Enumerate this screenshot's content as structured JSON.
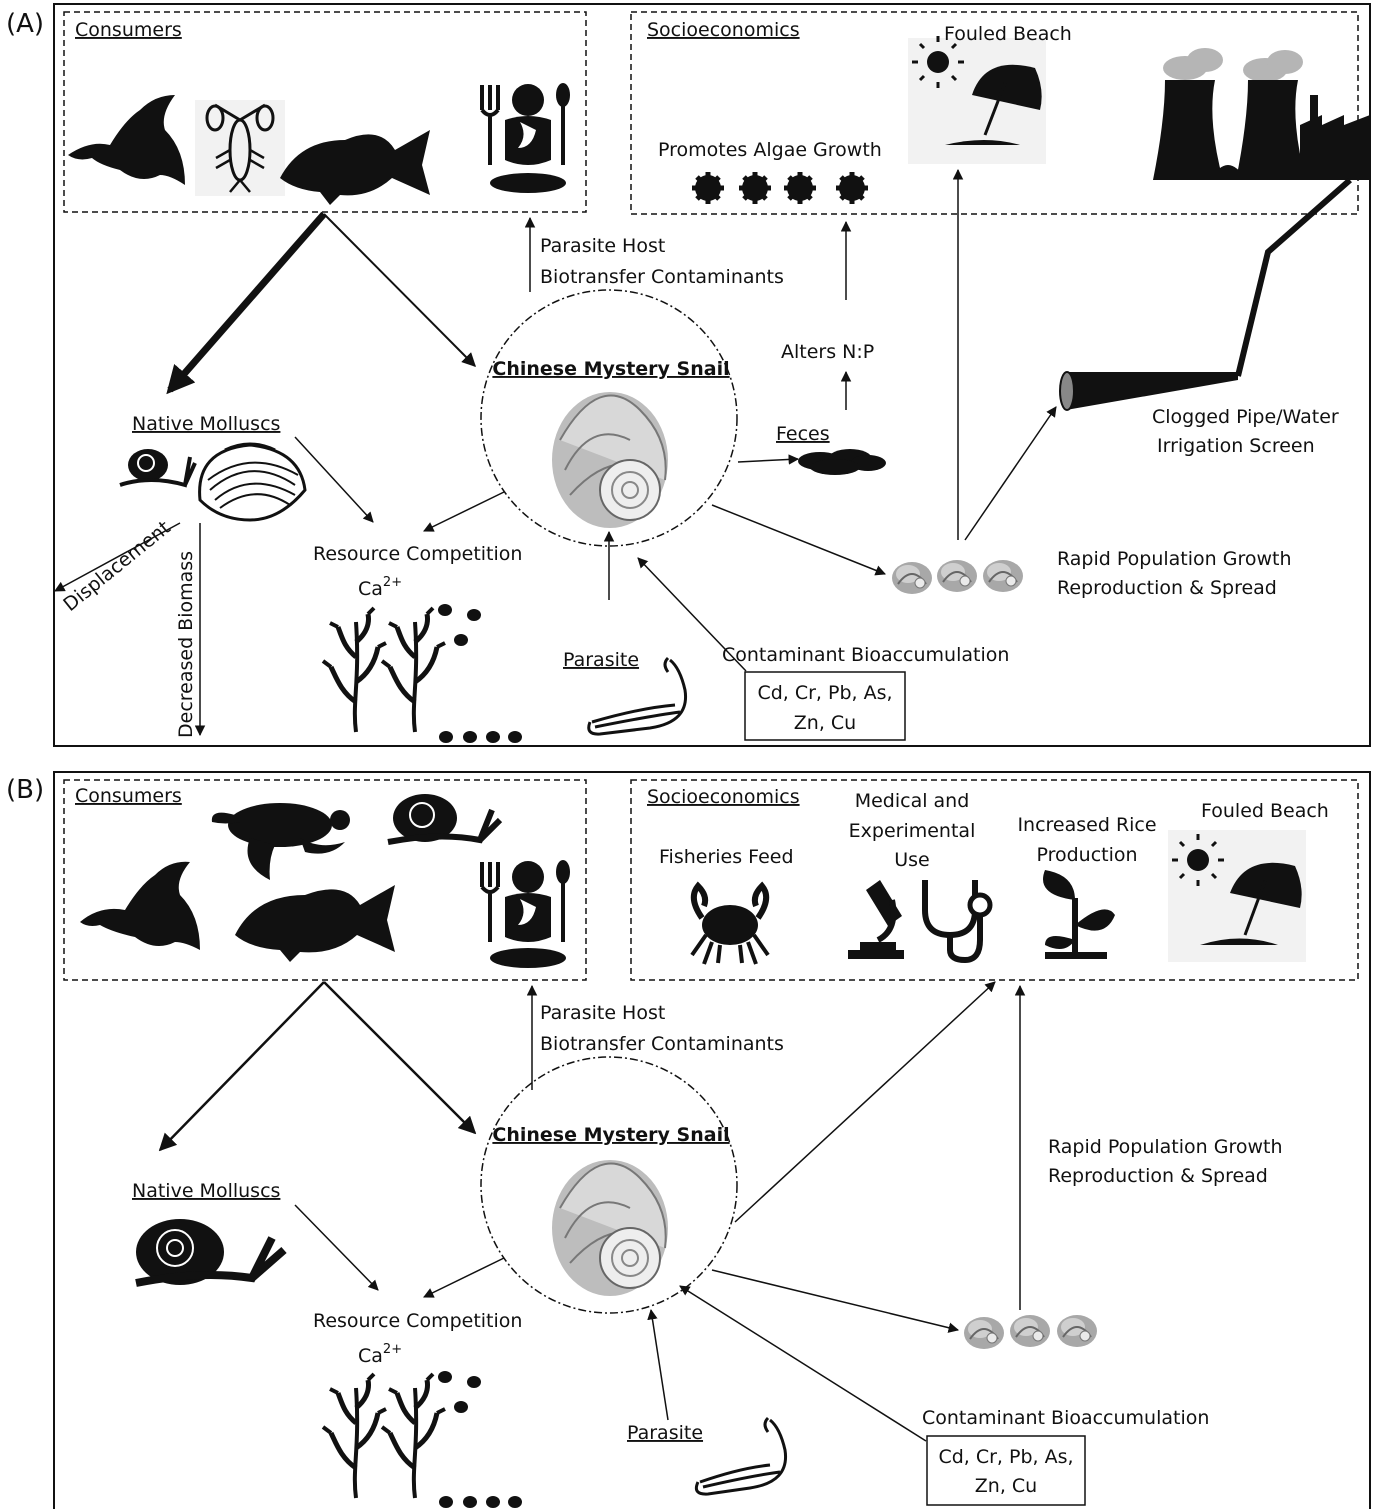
{
  "panel_a": {
    "tag": "(A)",
    "consumers_title": "Consumers",
    "socio_title": "Socioeconomics",
    "fouled_beach": "Fouled Beach",
    "algae": "Promotes Algae Growth",
    "parasite_host": "Parasite Host",
    "biotransfer": "Biotransfer Contaminants",
    "alters_np": "Alters N:P",
    "snail_title": "Chinese Mystery Snail",
    "feces": "Feces",
    "native_molluscs": "Native Molluscs",
    "clogged_1": "Clogged Pipe/Water",
    "clogged_2": "Irrigation Screen",
    "resource_competition": "Resource Competition",
    "calcium": "Ca",
    "calcium_charge": "2+",
    "displacement": "Displacement",
    "decreased_biomass": "Decreased Biomass",
    "rapid_1": "Rapid Population Growth",
    "rapid_2": "Reproduction & Spread",
    "parasite": "Parasite",
    "contaminant": "Contaminant Bioaccumulation",
    "metals_1": "Cd, Cr, Pb, As,",
    "metals_2": "Zn, Cu"
  },
  "panel_b": {
    "tag": "(B)",
    "consumers_title": "Consumers",
    "socio_title": "Socioeconomics",
    "medical_1": "Medical and",
    "medical_2": "Experimental",
    "medical_3": "Use",
    "rice_1": "Increased Rice",
    "rice_2": "Production",
    "fouled_beach": "Fouled Beach",
    "fisheries": "Fisheries Feed",
    "parasite_host": "Parasite Host",
    "biotransfer": "Biotransfer Contaminants",
    "rapid_1": "Rapid Population Growth",
    "rapid_2": "Reproduction & Spread",
    "snail_title": "Chinese Mystery Snail",
    "native_molluscs": "Native Molluscs",
    "resource_competition": "Resource Competition",
    "calcium": "Ca",
    "calcium_charge": "2+",
    "parasite": "Parasite",
    "contaminant": "Contaminant Bioaccumulation",
    "metals_1": "Cd, Cr, Pb, As,",
    "metals_2": "Zn, Cu"
  },
  "colors": {
    "ink": "#111111",
    "shell": "#9a9a9a",
    "beach_bg": "#f2f2f2",
    "smoke": "#b5b5b5"
  },
  "icons": [
    "duck-icon",
    "crayfish-icon",
    "fish-icon",
    "turtle-icon",
    "snail-icon",
    "human-diner-icon",
    "sun-icon",
    "umbrella-icon",
    "power-plant-icon",
    "algae-icon",
    "pipe-icon",
    "feces-icon",
    "shell-icon",
    "clam-icon",
    "seaweed-icon",
    "worm-icon",
    "crab-icon",
    "microscope-icon",
    "stethoscope-icon",
    "seedling-icon"
  ]
}
